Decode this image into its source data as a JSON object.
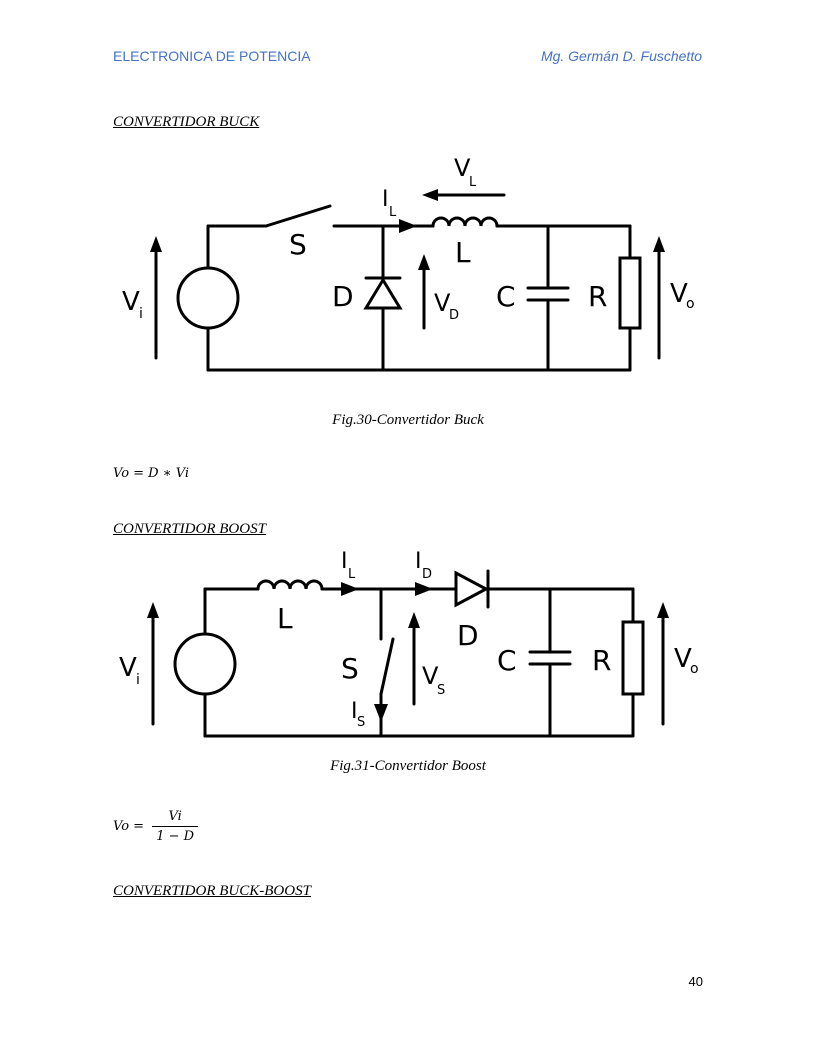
{
  "header": {
    "left": "ELECTRONICA DE POTENCIA",
    "right": "Mg. Germán D. Fuschetto"
  },
  "section_buck": {
    "heading": "CONVERTIDOR BUCK",
    "caption": "Fig.30-Convertidor Buck",
    "formula": "Vo = D ∗ Vi",
    "labels": {
      "vi": "V",
      "vi_sub": "i",
      "s": "S",
      "il": "I",
      "il_sub": "L",
      "vl": "V",
      "vl_sub": "L",
      "l": "L",
      "d": "D",
      "vd": "V",
      "vd_sub": "D",
      "c": "C",
      "r": "R",
      "vo": "V",
      "vo_sub": "o"
    }
  },
  "section_boost": {
    "heading": "CONVERTIDOR BOOST",
    "caption": "Fig.31-Convertidor Boost",
    "formula_lhs": "Vo =",
    "formula_num": "Vi",
    "formula_den": "1 − D",
    "labels": {
      "vi": "V",
      "vi_sub": "i",
      "l": "L",
      "il": "I",
      "il_sub": "L",
      "id": "I",
      "id_sub": "D",
      "d": "D",
      "s": "S",
      "vs": "V",
      "vs_sub": "S",
      "is": "I",
      "is_sub": "S",
      "c": "C",
      "r": "R",
      "vo": "V",
      "vo_sub": "o"
    }
  },
  "section_buckboost": {
    "heading": "CONVERTIDOR BUCK-BOOST"
  },
  "page_number": "40"
}
